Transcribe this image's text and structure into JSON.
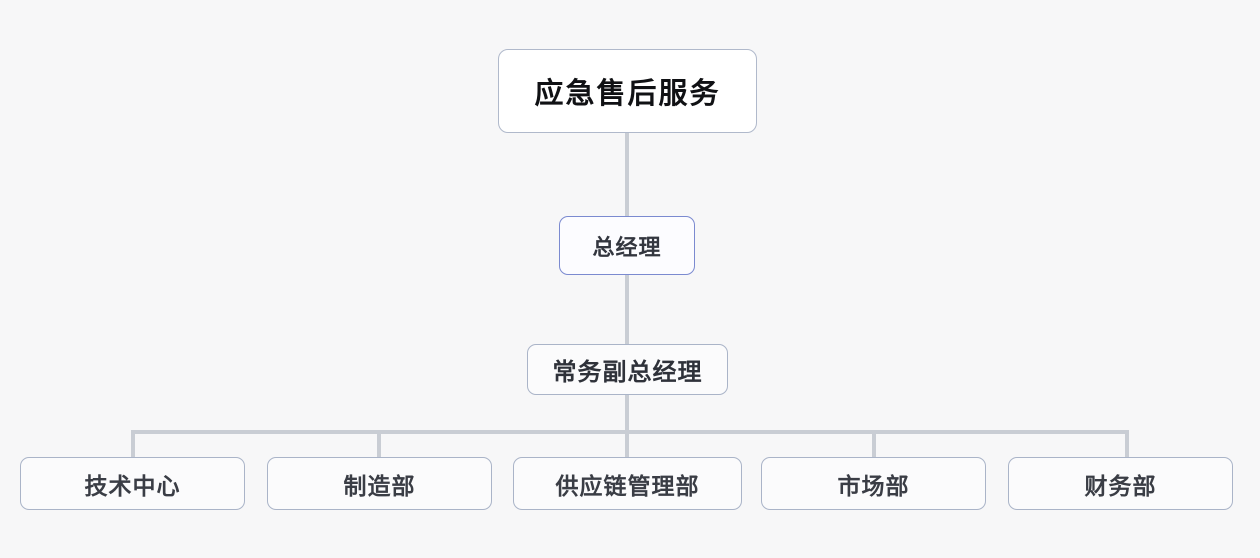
{
  "chart": {
    "type": "org-chart",
    "title": "应急售后服务",
    "background_color": "#f7f7f8",
    "connector_color": "#c9cdd4",
    "default_border_color": "#aab4c8",
    "highlight_border_color": "#7b8ad0",
    "text_color": "#3a3d45",
    "levels": [
      {
        "level": 1,
        "nodes": [
          {
            "id": "root",
            "label": "应急售后服务"
          }
        ]
      },
      {
        "level": 2,
        "nodes": [
          {
            "id": "gm",
            "label": "总经理",
            "border_color": "#7b8ad0"
          }
        ]
      },
      {
        "level": 3,
        "nodes": [
          {
            "id": "evp",
            "label": "常务副总经理"
          }
        ]
      },
      {
        "level": 4,
        "nodes": [
          {
            "id": "dept-tech",
            "label": "技术中心"
          },
          {
            "id": "dept-mfg",
            "label": "制造部"
          },
          {
            "id": "dept-scm",
            "label": "供应链管理部"
          },
          {
            "id": "dept-mkt",
            "label": "市场部"
          },
          {
            "id": "dept-fin",
            "label": "财务部"
          }
        ]
      }
    ]
  },
  "nodes": {
    "root": "应急售后服务",
    "gm": "总经理",
    "evp": "常务副总经理",
    "dept_tech": "技术中心",
    "dept_mfg": "制造部",
    "dept_scm": "供应链管理部",
    "dept_mkt": "市场部",
    "dept_fin": "财务部"
  }
}
